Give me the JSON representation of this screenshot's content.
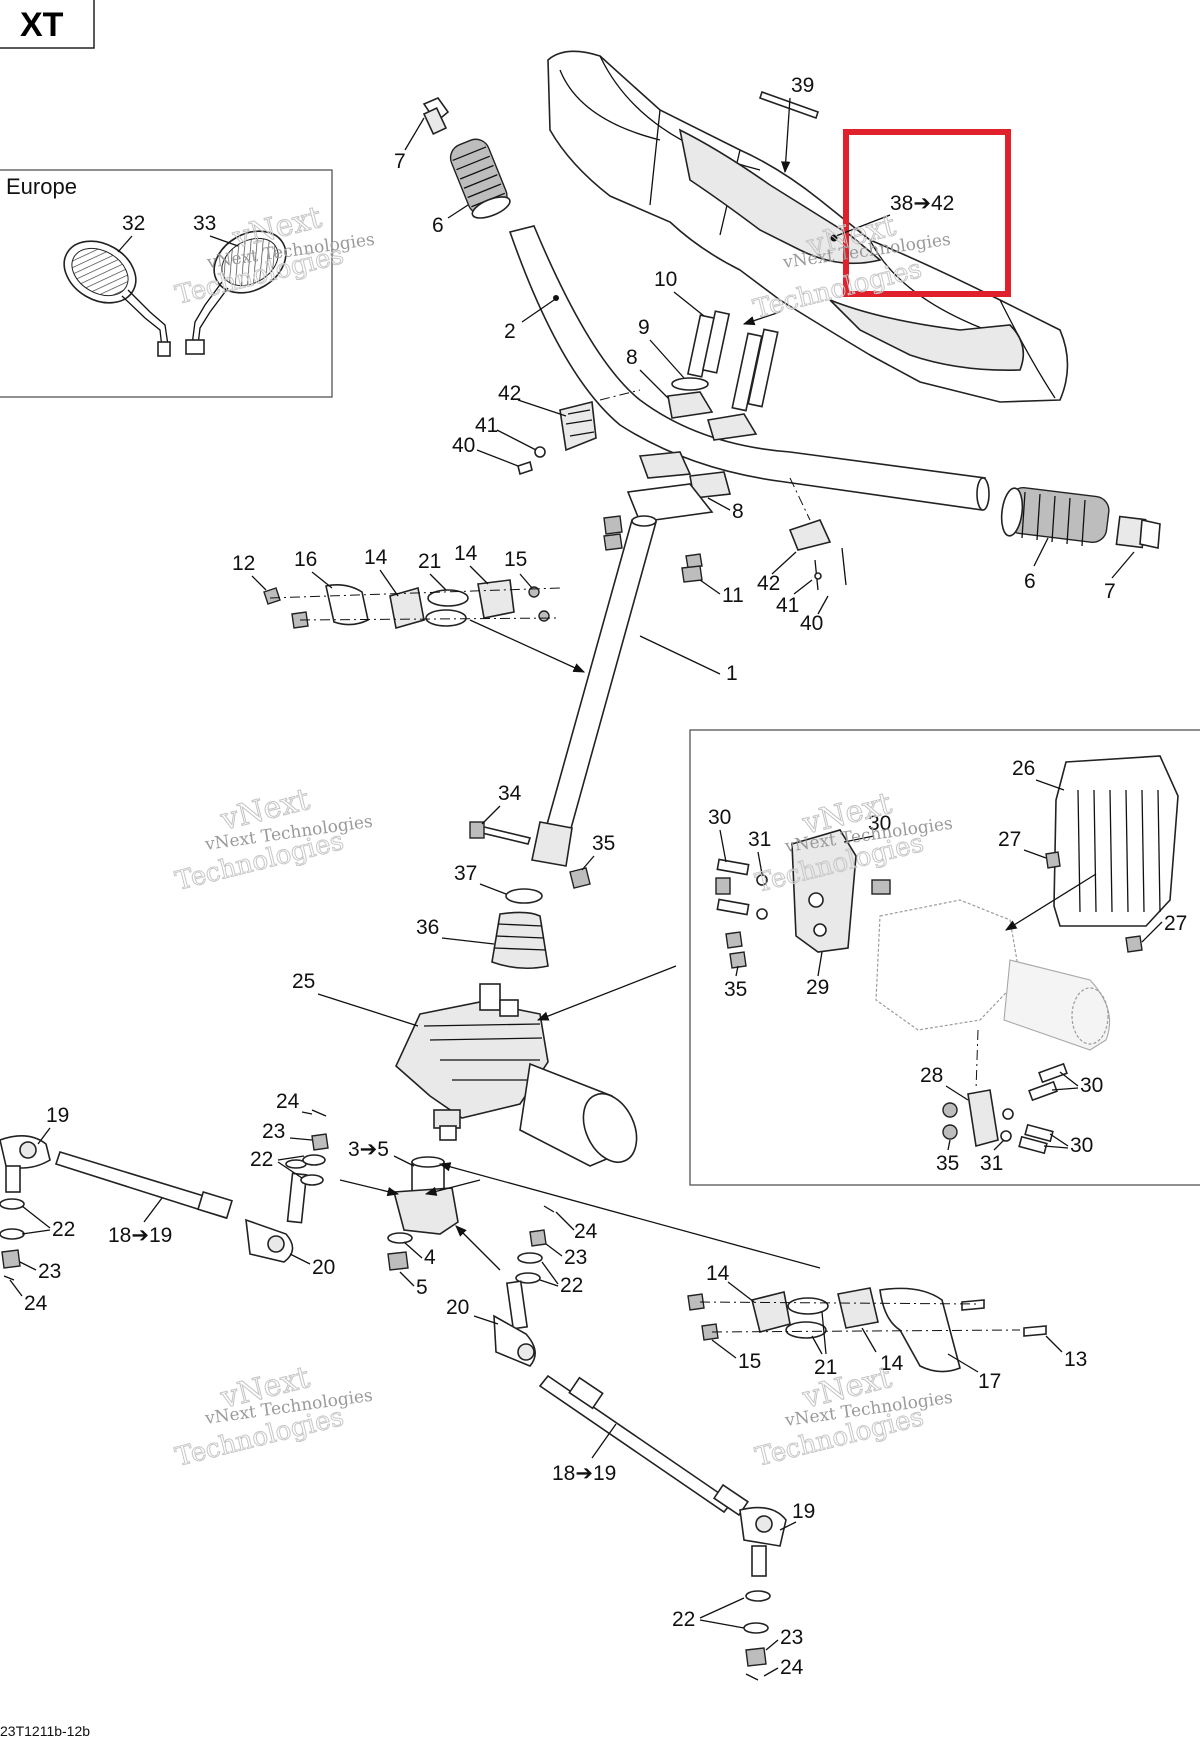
{
  "badge": {
    "text": "XT"
  },
  "diagram_code": "23T1211b-12b",
  "insets": {
    "europe": {
      "title": "Europe"
    }
  },
  "watermark": {
    "brand_line_1": "vNext",
    "brand_line_2": "Technologies",
    "caption": "vNext Technologies"
  },
  "callouts": {
    "c39": "39",
    "c38_42": "38➔42",
    "c7a": "7",
    "c6a": "6",
    "c2": "2",
    "c10": "10",
    "c9": "9",
    "c8a": "8",
    "c8b": "8",
    "c42a": "42",
    "c41a": "41",
    "c40a": "40",
    "c11": "11",
    "c42b": "42",
    "c41b": "41",
    "c40b": "40",
    "c6b": "6",
    "c7b": "7",
    "c12": "12",
    "c16": "16",
    "c14a": "14",
    "c21a": "21",
    "c14b": "14",
    "c15a": "15",
    "c1": "1",
    "c32": "32",
    "c33": "33",
    "c34": "34",
    "c35a": "35",
    "c37": "37",
    "c36": "36",
    "c25": "25",
    "c26": "26",
    "c27a": "27",
    "c27b": "27",
    "c30a": "30",
    "c31a": "31",
    "c30b": "30",
    "c35b": "35",
    "c29": "29",
    "c28": "28",
    "c30c": "30",
    "c30d": "30",
    "c35c": "35",
    "c31b": "31",
    "c19a": "19",
    "c24a": "24",
    "c23a": "23",
    "c22a": "22",
    "c3_5": "3➔5",
    "c22b": "22",
    "c18_19a": "18➔19",
    "c23b": "23",
    "c24b": "24",
    "c20a": "20",
    "c4": "4",
    "c5": "5",
    "c24c": "24",
    "c23c": "23",
    "c22c": "22",
    "c20b": "20",
    "c14c": "14",
    "c15b": "15",
    "c21b": "21",
    "c14d": "14",
    "c17": "17",
    "c13": "13",
    "c18_19b": "18➔19",
    "c19b": "19",
    "c22d": "22",
    "c23d": "23",
    "c24d": "24"
  },
  "colors": {
    "highlight": "#e0202a",
    "line": "#111111",
    "watermark": "#9a9a9a"
  }
}
